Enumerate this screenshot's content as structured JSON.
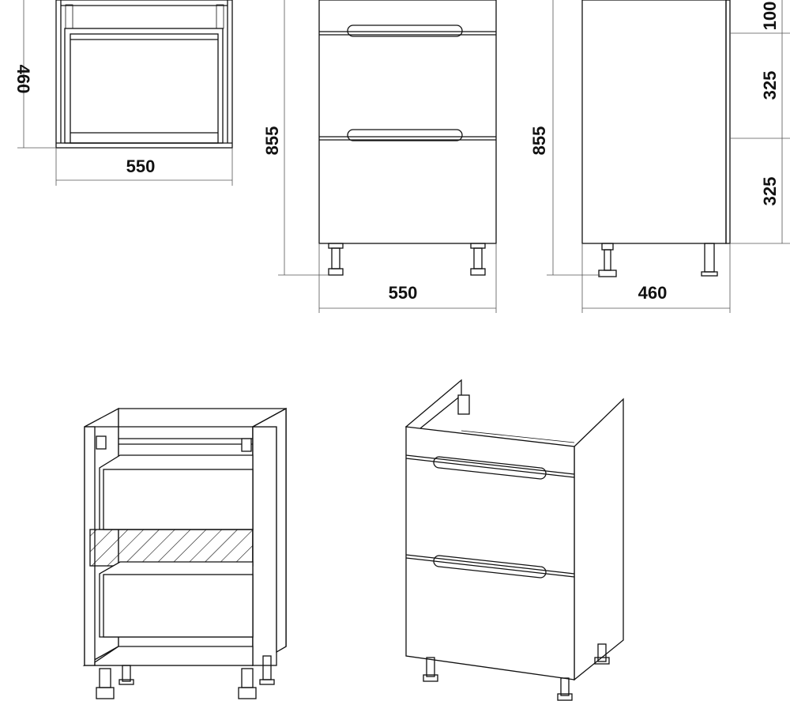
{
  "top_view": {
    "depth": "460",
    "width": "550"
  },
  "front_view": {
    "height": "855",
    "width": "550"
  },
  "side_view": {
    "height": "855",
    "depth": "460",
    "top_section": "100",
    "drawer_1": "325",
    "drawer_2": "325"
  }
}
